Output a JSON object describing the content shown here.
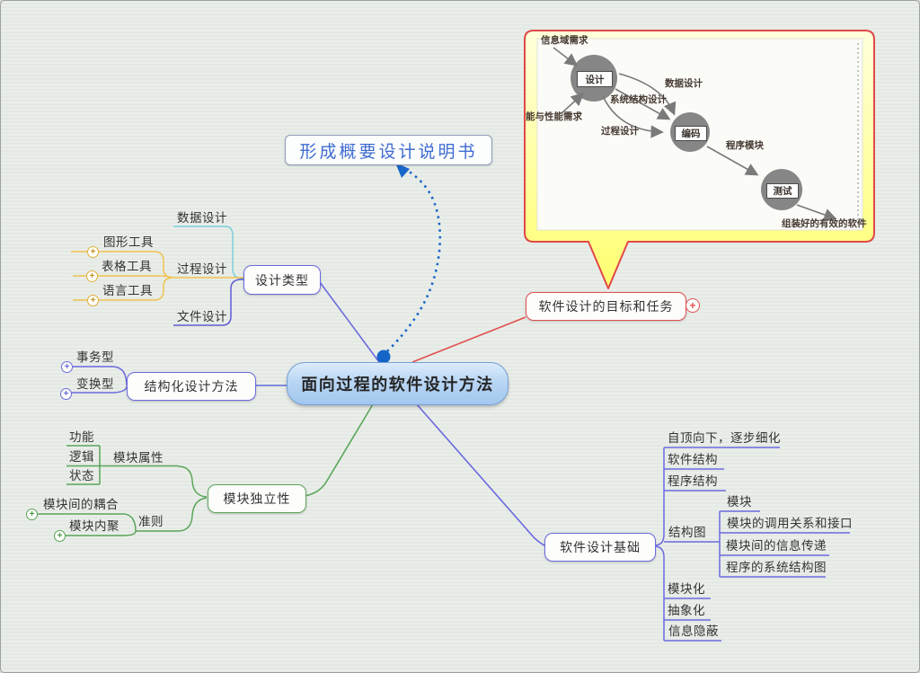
{
  "colors": {
    "background": "#e9ede8",
    "central_fill_top": "#dcecfc",
    "central_fill_bottom": "#a2c7ef",
    "dotted_blue": "#1766c9",
    "branch_purple": "#6a6ade",
    "branch_green": "#5aa55a",
    "branch_red": "#e05050",
    "branch_yellow": "#eec34e",
    "branch_cyan": "#7ccfdc",
    "callout_fill": "#ffffa0",
    "callout_border": "#e04848",
    "floating_text": "#3f6cd1"
  },
  "central": {
    "label": "面向过程的软件设计方法"
  },
  "floating": {
    "label": "形成概要设计说明书"
  },
  "goal": {
    "label": "软件设计的目标和任务"
  },
  "types": {
    "label": "设计类型",
    "data": "数据设计",
    "process": "过程设计",
    "file": "文件设计",
    "tools": [
      "图形工具",
      "表格工具",
      "语言工具"
    ]
  },
  "structured": {
    "label": "结构化设计方法",
    "transaction": "事务型",
    "transform": "变换型"
  },
  "independence": {
    "label": "模块独立性",
    "attrs_label": "模块属性",
    "attrs": [
      "功能",
      "逻辑",
      "状态"
    ],
    "criteria_label": "准则",
    "coupling": "模块间的耦合",
    "cohesion": "模块内聚"
  },
  "basis": {
    "label": "软件设计基础",
    "topdown": "自顶向下，逐步细化",
    "software_structure": "软件结构",
    "program_structure": "程序结构",
    "chart_label": "结构图",
    "chart_children": [
      "模块",
      "模块的调用关系和接口",
      "模块间的信息传递",
      "程序的系统结构图"
    ],
    "modularity": "模块化",
    "abstraction": "抽象化",
    "info_hiding": "信息隐蔽"
  },
  "callout": {
    "design": "设计",
    "coding": "编码",
    "testing": "测试",
    "info_req": "信息域需求",
    "func_req": "能与性能需求",
    "data_design": "数据设计",
    "sys_design": "系统结构设计",
    "proc_design": "过程设计",
    "program_module": "程序模块",
    "assembled": "组装好的有效的软件"
  },
  "plus": "+"
}
